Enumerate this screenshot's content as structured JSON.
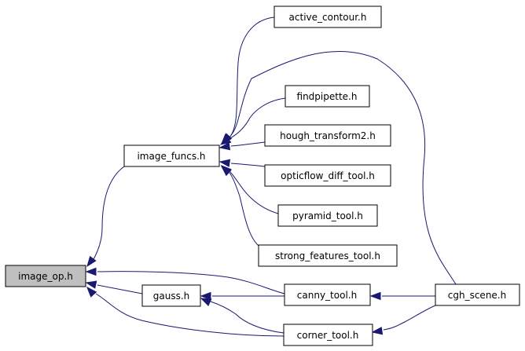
{
  "diagram": {
    "type": "include-dependency-graph",
    "edge_color": "#191970",
    "highlight_fill": "#bfbfbf",
    "default_fill": "#ffffff",
    "nodes": [
      {
        "id": "image_op",
        "label": "image_op.h",
        "highlighted": true
      },
      {
        "id": "image_funcs",
        "label": "image_funcs.h",
        "highlighted": false
      },
      {
        "id": "gauss",
        "label": "gauss.h",
        "highlighted": false
      },
      {
        "id": "active_contour",
        "label": "active_contour.h",
        "highlighted": false
      },
      {
        "id": "findpipette",
        "label": "findpipette.h",
        "highlighted": false
      },
      {
        "id": "hough_transform2",
        "label": "hough_transform2.h",
        "highlighted": false
      },
      {
        "id": "opticflow_diff_tool",
        "label": "opticflow_diff_tool.h",
        "highlighted": false
      },
      {
        "id": "pyramid_tool",
        "label": "pyramid_tool.h",
        "highlighted": false
      },
      {
        "id": "strong_features_tool",
        "label": "strong_features_tool.h",
        "highlighted": false
      },
      {
        "id": "canny_tool",
        "label": "canny_tool.h",
        "highlighted": false
      },
      {
        "id": "corner_tool",
        "label": "corner_tool.h",
        "highlighted": false
      },
      {
        "id": "cgh_scene",
        "label": "cgh_scene.h",
        "highlighted": false
      }
    ],
    "edges": [
      {
        "from": "image_funcs",
        "to": "image_op"
      },
      {
        "from": "gauss",
        "to": "image_op"
      },
      {
        "from": "canny_tool",
        "to": "image_op"
      },
      {
        "from": "corner_tool",
        "to": "image_op"
      },
      {
        "from": "active_contour",
        "to": "image_funcs"
      },
      {
        "from": "cgh_scene",
        "to": "image_funcs"
      },
      {
        "from": "findpipette",
        "to": "image_funcs"
      },
      {
        "from": "hough_transform2",
        "to": "image_funcs"
      },
      {
        "from": "opticflow_diff_tool",
        "to": "image_funcs"
      },
      {
        "from": "pyramid_tool",
        "to": "image_funcs"
      },
      {
        "from": "strong_features_tool",
        "to": "image_funcs"
      },
      {
        "from": "canny_tool",
        "to": "gauss"
      },
      {
        "from": "corner_tool",
        "to": "gauss"
      },
      {
        "from": "cgh_scene",
        "to": "canny_tool"
      },
      {
        "from": "cgh_scene",
        "to": "corner_tool"
      }
    ]
  }
}
